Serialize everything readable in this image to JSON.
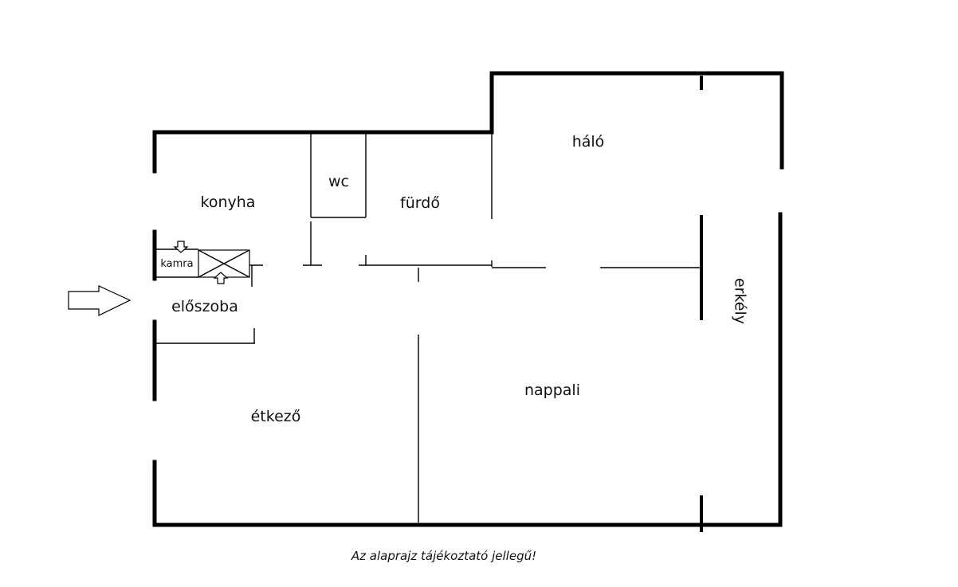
{
  "rooms": {
    "halo": "háló",
    "wc": "wc",
    "konyha": "konyha",
    "furdo": "fürdő",
    "kamra": "kamra",
    "eloszoba": "előszoba",
    "erkely": "erkély",
    "nappali": "nappali",
    "etkezo": "étkező"
  },
  "caption": "Az alaprajz tájékoztató jellegű!",
  "icons": {
    "entrance": "entrance-arrow-icon",
    "duct": "ventilation-shaft-icon",
    "small_arrows": "small-arrow-icon"
  }
}
